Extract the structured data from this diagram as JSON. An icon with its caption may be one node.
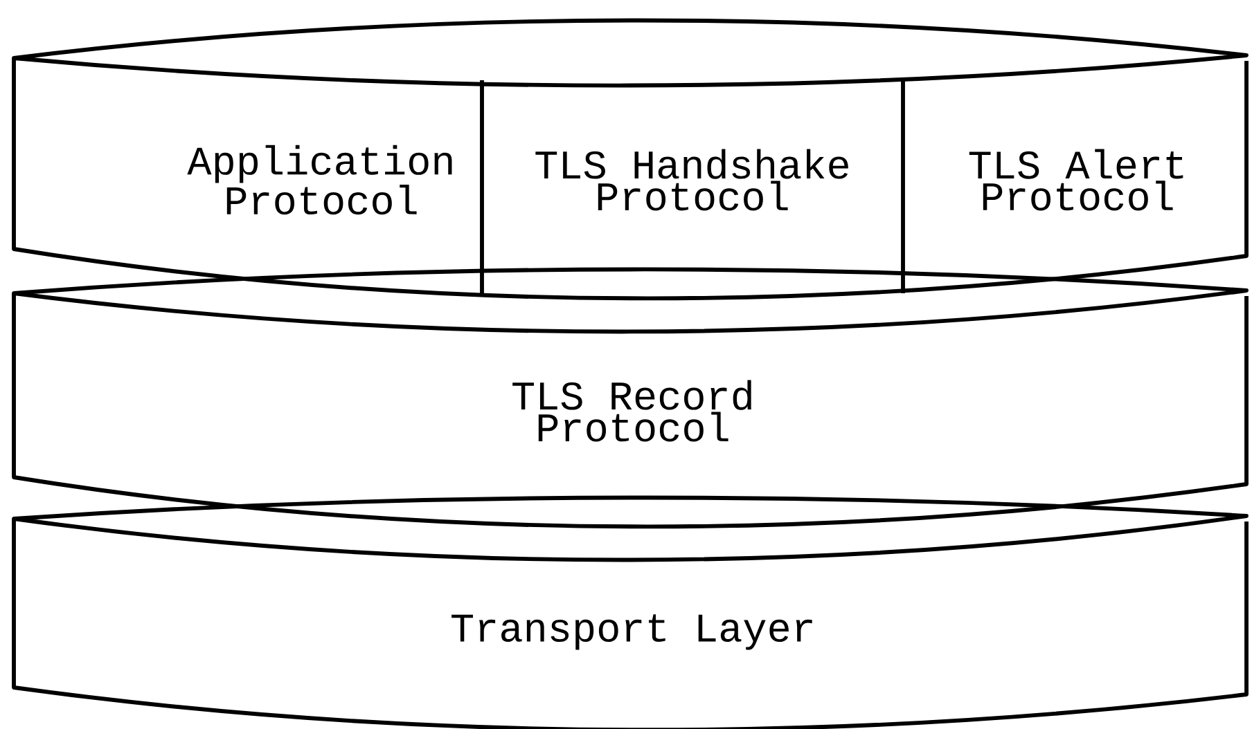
{
  "diagram": {
    "nodes": [
      {
        "text": [],
        "shape": "band"
      },
      {
        "text": [
          "Application Protocol"
        ],
        "in": 0
      },
      {
        "text": [
          "TLS Handshake Protocol"
        ],
        "in": 0
      },
      {
        "text": [
          "TLS Alert Protocol"
        ],
        "in": 0
      },
      {
        "text": [
          "TLS Record Protocol"
        ]
      },
      {
        "text": [
          "Transport Layer"
        ]
      }
    ]
  }
}
